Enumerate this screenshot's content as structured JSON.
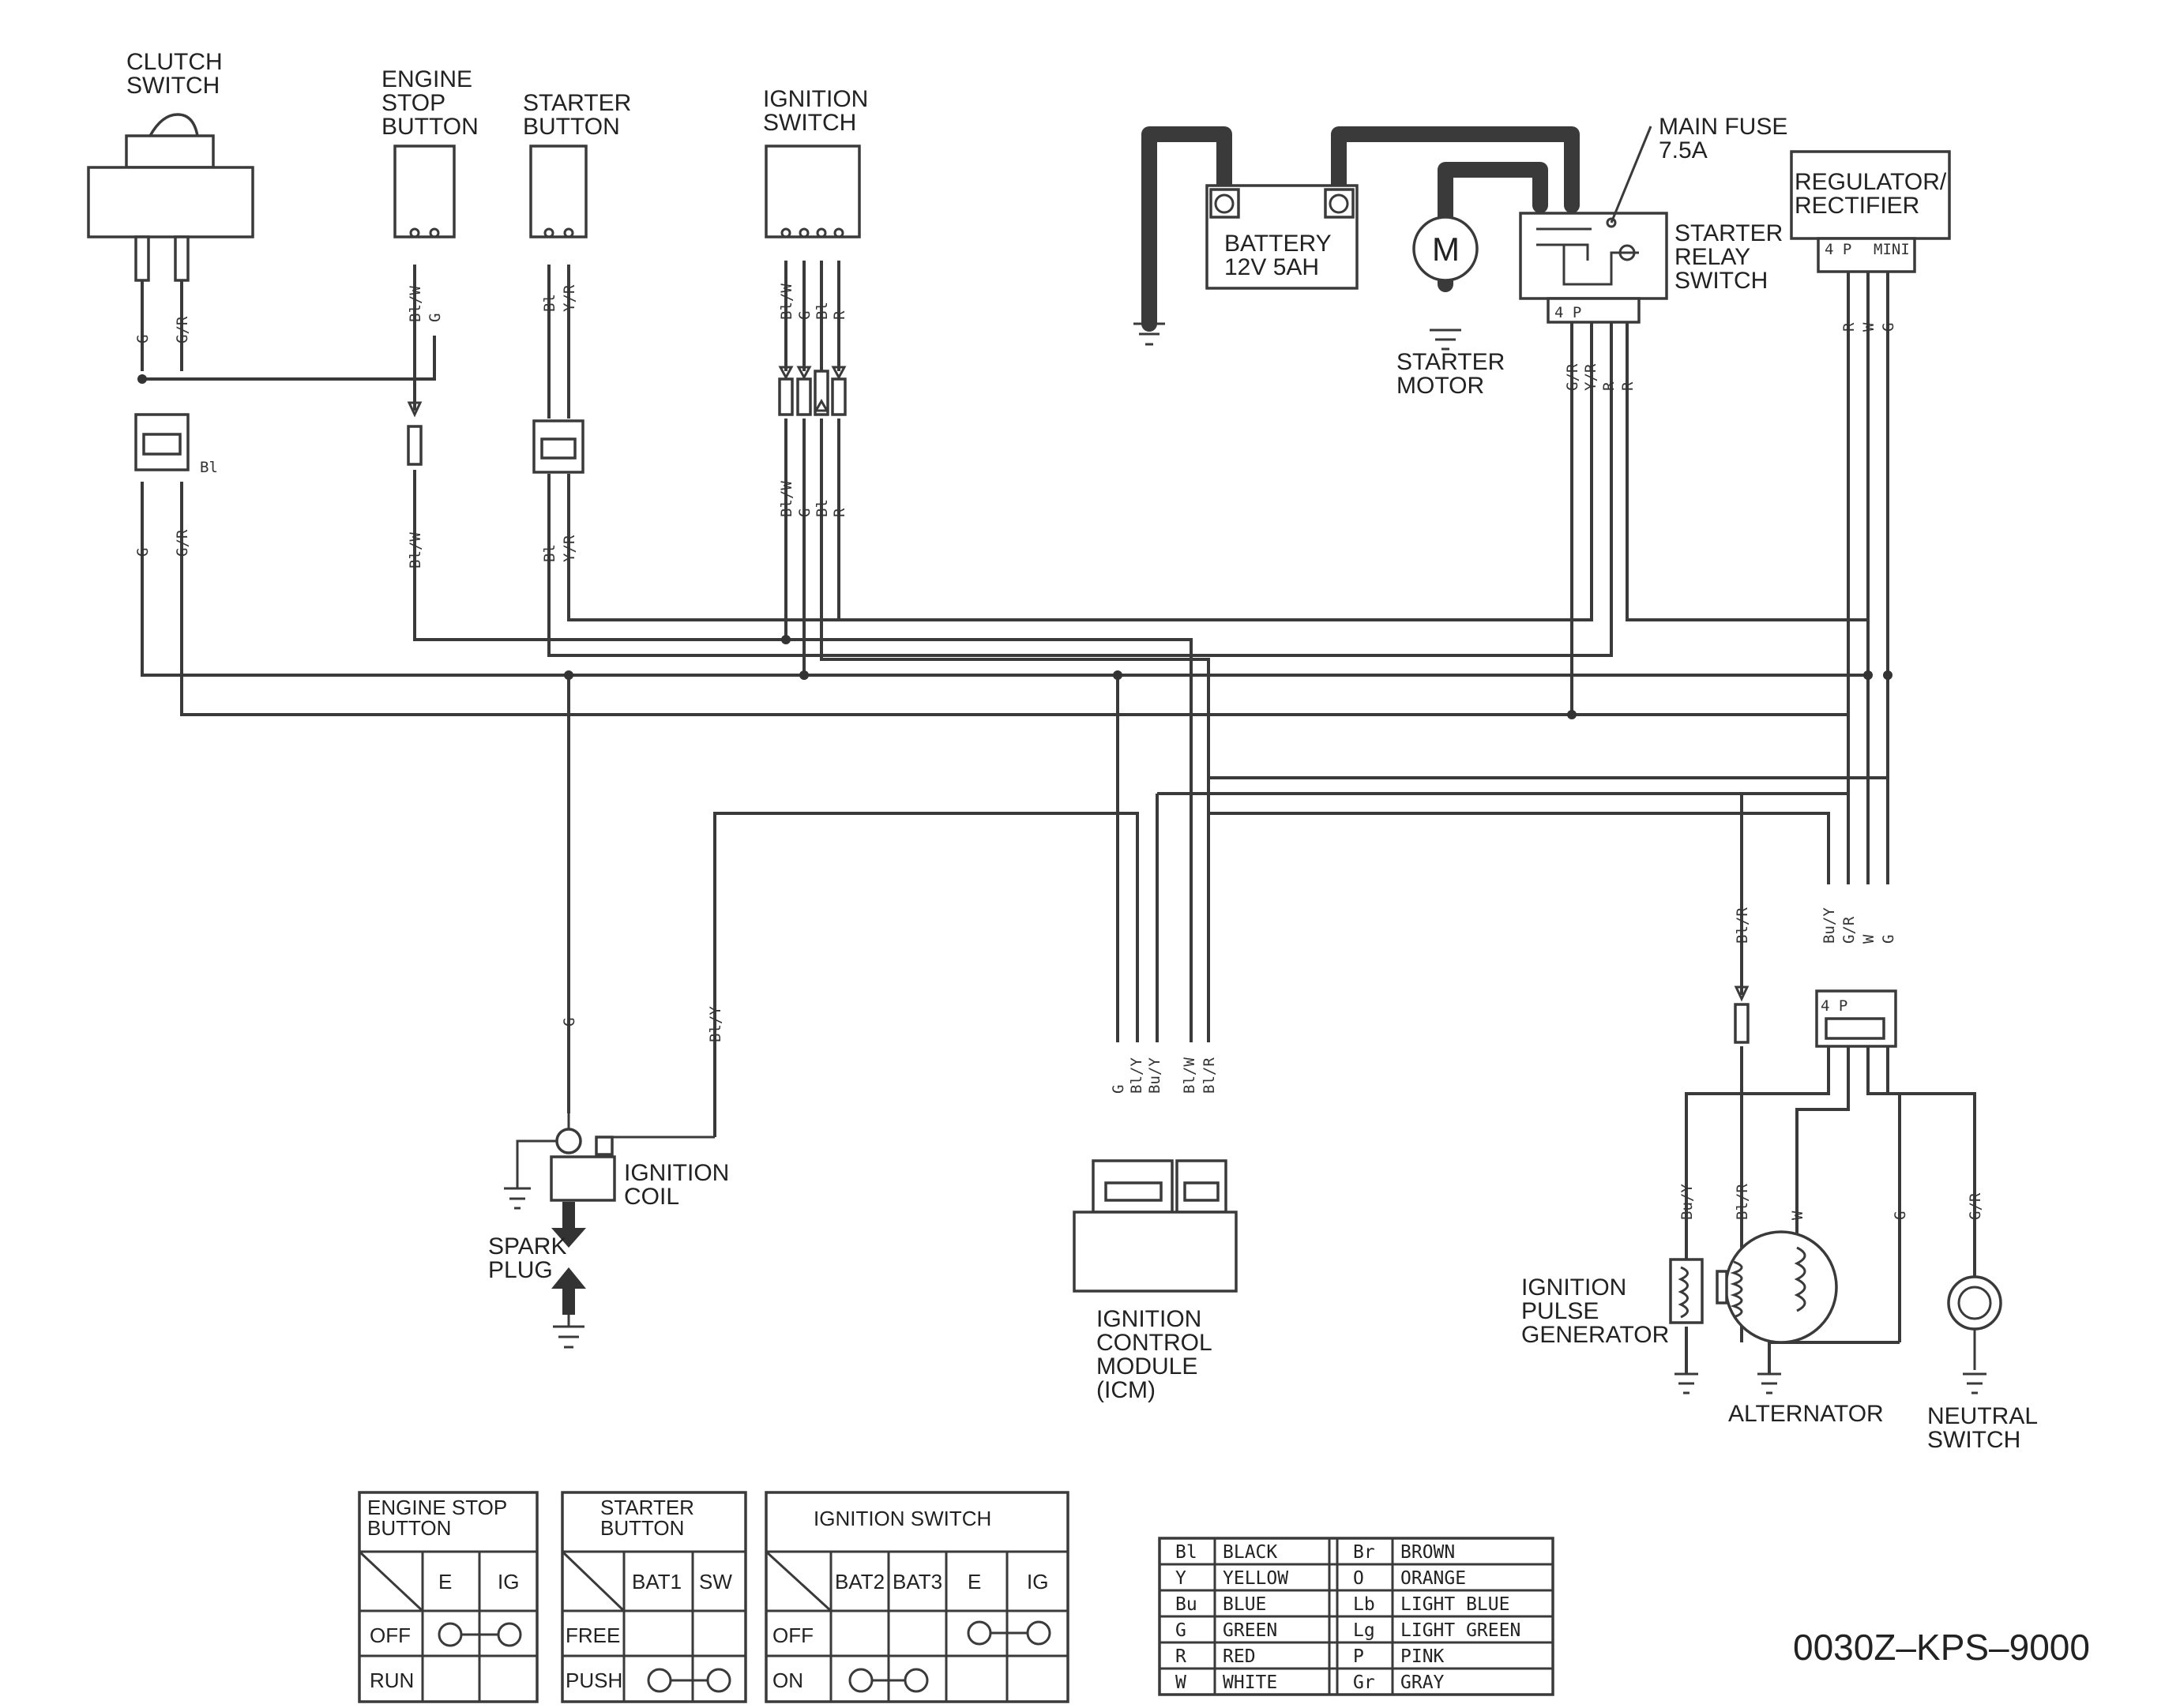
{
  "components": {
    "clutch_switch": "CLUTCH\nSWITCH",
    "engine_stop_button": "ENGINE\nSTOP\nBUTTON",
    "starter_button": "STARTER\nBUTTON",
    "ignition_switch": "IGNITION\nSWITCH",
    "battery": "BATTERY\n12V   5AH",
    "main_fuse": "MAIN  FUSE\n7.5A",
    "starter_relay_switch": "STARTER\nRELAY\nSWITCH",
    "starter_motor": "STARTER\nMOTOR",
    "regulator_rectifier": "REGULATOR/\nRECTIFIER",
    "ignition_coil": "IGNITION\nCOIL",
    "spark_plug": "SPARK\nPLUG",
    "icm": "IGNITION\nCONTROL\nMODULE\n(ICM)",
    "ignition_pulse_generator": "IGNITION\nPULSE\nGENERATOR",
    "alternator": "ALTERNATOR",
    "neutral_switch": "NEUTRAL\nSWITCH"
  },
  "pins": {
    "engine_stop": [
      "IG",
      "E"
    ],
    "starter": [
      "BAT1",
      "SW"
    ],
    "ignition": [
      "IG",
      "E",
      "BAT2",
      "BAT3"
    ]
  },
  "connectors": {
    "relay": "4 P",
    "regulator_left": "4 P",
    "regulator_right": "MINI",
    "generator": "4 P",
    "clutch_side": "Bl"
  },
  "wire_labels": {
    "clutch_top": [
      "G",
      "G/R"
    ],
    "clutch_bottom": [
      "G",
      "G/R"
    ],
    "estop_top": [
      "Bl/W",
      "G"
    ],
    "estop_bottom": [
      "Bl/W"
    ],
    "starter_top": [
      "Bl",
      "Y/R"
    ],
    "starter_bottom": [
      "Bl",
      "Y/R"
    ],
    "ign_top": [
      "Bl/W",
      "G",
      "Bl",
      "R"
    ],
    "ign_bottom": [
      "Bl/W",
      "G",
      "Bl",
      "R"
    ],
    "relay": [
      "G/R",
      "Y/R",
      "R",
      "R"
    ],
    "regulator": [
      "R",
      "W",
      "G"
    ],
    "coil_g": "G",
    "coil_bly": "Bl/Y",
    "icm": [
      "G",
      "Bl/Y",
      "Bu/Y",
      "Bl/W",
      "Bl/R"
    ],
    "gen_bl_r": "Bl/R",
    "gen_connector": [
      "Bu/Y",
      "G/R",
      "W",
      "G"
    ],
    "gen_bottom": [
      "Bu/Y",
      "Bl/R",
      "W",
      "G",
      "G/R"
    ]
  },
  "switch_tables": {
    "engine_stop": {
      "title": "ENGINE STOP\nBUTTON",
      "cols": [
        "E",
        "IG"
      ],
      "rows": [
        "OFF",
        "RUN"
      ]
    },
    "starter": {
      "title": "STARTER\nBUTTON",
      "cols": [
        "BAT1",
        "SW"
      ],
      "rows": [
        "FREE",
        "PUSH"
      ]
    },
    "ignition": {
      "title": "IGNITION SWITCH",
      "cols": [
        "BAT2",
        "BAT3",
        "E",
        "IG"
      ],
      "rows": [
        "OFF",
        "ON"
      ]
    }
  },
  "color_code": {
    "left": [
      [
        "Bl",
        "BLACK"
      ],
      [
        "Y",
        "YELLOW"
      ],
      [
        "Bu",
        "BLUE"
      ],
      [
        "G",
        "GREEN"
      ],
      [
        "R",
        "RED"
      ],
      [
        "W",
        "WHITE"
      ]
    ],
    "right": [
      [
        "Br",
        "BROWN"
      ],
      [
        "O",
        "ORANGE"
      ],
      [
        "Lb",
        "LIGHT BLUE"
      ],
      [
        "Lg",
        "LIGHT GREEN"
      ],
      [
        "P",
        "PINK"
      ],
      [
        "Gr",
        "GRAY"
      ]
    ]
  },
  "part_number": "0030Z–KPS–9000"
}
